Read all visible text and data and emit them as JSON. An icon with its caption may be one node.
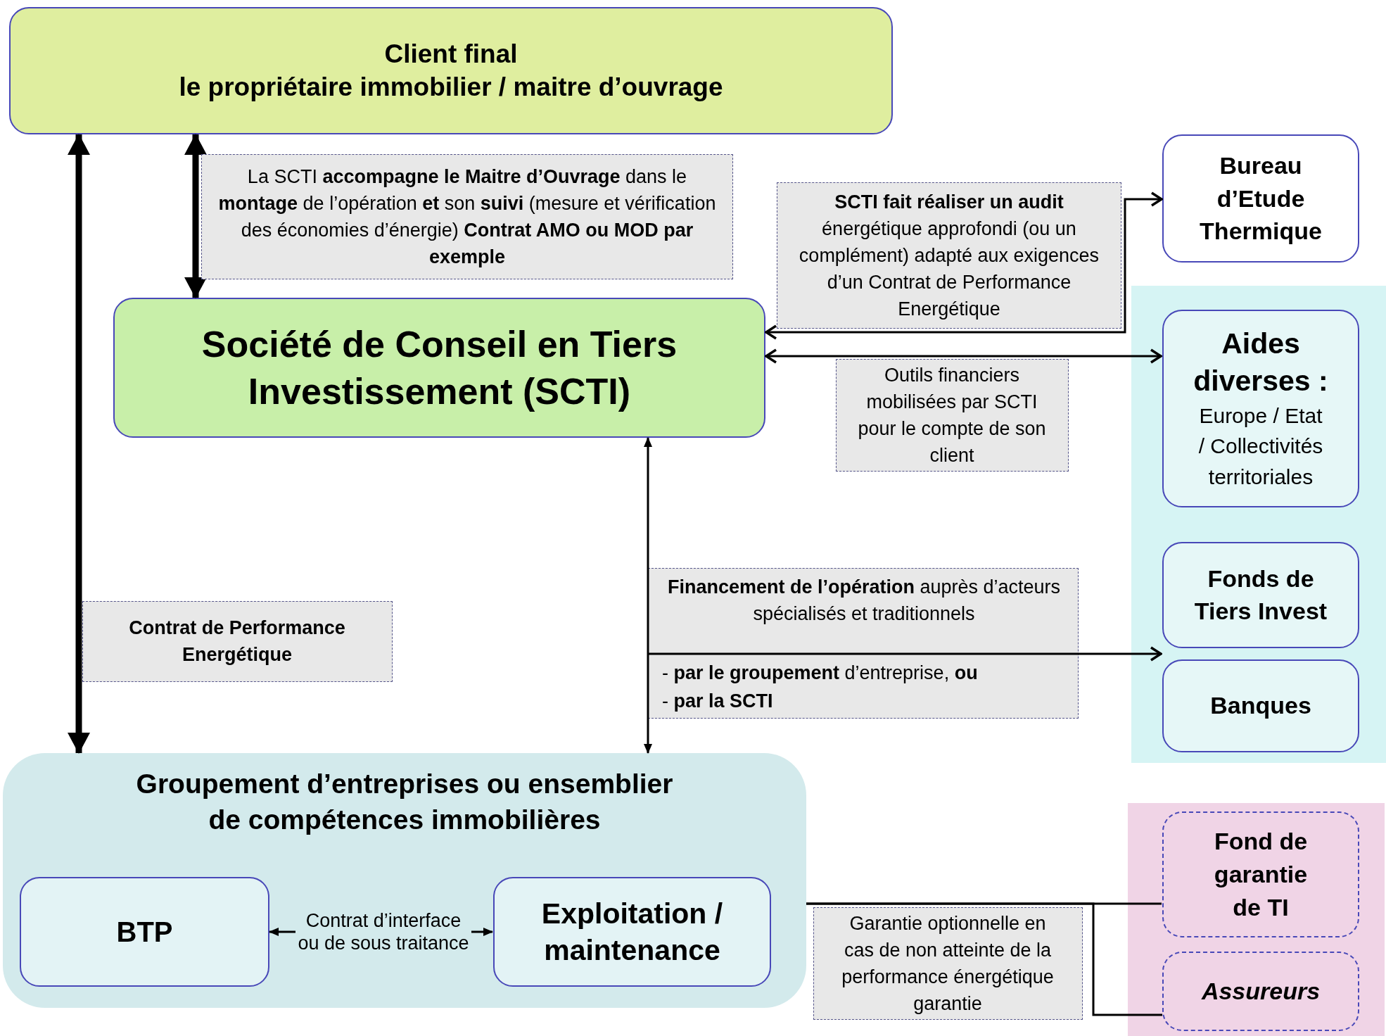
{
  "diagram": {
    "nodes": [
      {
        "text": [
          "Client final",
          "le propriétaire immobilier / maitre d’ouvrage"
        ]
      },
      {
        "text": [
          "Société de Conseil en Tiers Investissement (SCTI)"
        ]
      },
      {
        "text": [
          "Bureau d’Etude Thermique"
        ]
      },
      {
        "text": [
          "Aides diverses :",
          "Europe / Etat / Collectivités territoriales"
        ]
      },
      {
        "text": [
          "Fonds de Tiers Invest"
        ]
      },
      {
        "text": [
          "Banques"
        ]
      },
      {
        "text": [
          "Groupement d’entreprises ou ensemblier de compétences immobilières"
        ]
      },
      {
        "text": [
          "BTP"
        ],
        "in": 6
      },
      {
        "text": [
          "Exploitation / maintenance"
        ],
        "in": 6
      },
      {
        "text": [
          "Fond de garantie de TI"
        ]
      },
      {
        "text": [
          "Assureurs"
        ]
      },
      {
        "text": [
          "**Financement de l’opération** auprès d’acteurs spécialisés et traditionnels",
          "- **par le groupement** d’entreprise, **ou**",
          "- **par la SCTI**"
        ]
      }
    ],
    "edges": [
      {
        "from": 0,
        "to": 1,
        "arrow": "both",
        "style": "thick",
        "label": "La SCTI **accompagne le Maitre d’Ouvrage** dans le **montage** de l’opération **et** son **suivi** (mesure et vérification des économies d’énergie) **Contrat AMO ou MOD par exemple**"
      },
      {
        "from": 0,
        "to": 6,
        "arrow": "both",
        "style": "thick",
        "label": "Contrat de Performance Energétique"
      },
      {
        "from": 1,
        "to": 2,
        "arrow": "both",
        "label": "**SCTI fait réaliser un audit** énergétique approfondi (ou un complément) adapté aux exigences d’un Contrat de Performance Energétique"
      },
      {
        "from": 1,
        "to": 3,
        "arrow": "both",
        "label": "Outils financiers mobilisées par SCTI pour le compte de son client"
      },
      {
        "from": 1,
        "to": 6,
        "arrow": "both"
      },
      {
        "from": 11,
        "to": 4,
        "arrow": "to"
      },
      {
        "from": 11,
        "to": 5,
        "arrow": "to"
      },
      {
        "from": 7,
        "to": 8,
        "arrow": "both",
        "label": "Contrat d’interface ou de sous traitance"
      },
      {
        "from": 6,
        "to": 9,
        "arrow": "none",
        "label": "Garantie optionnelle en cas de non atteinte de la performance énergétique garantie"
      },
      {
        "from": 6,
        "to": 10,
        "arrow": "none"
      }
    ]
  }
}
